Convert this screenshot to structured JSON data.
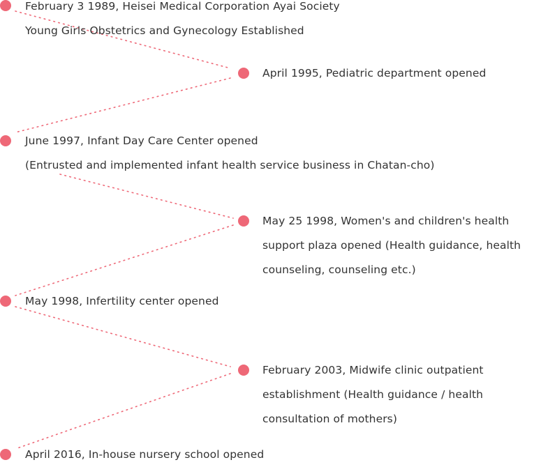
{
  "colors": {
    "accent": "#ee6877"
  },
  "timeline": {
    "e1": {
      "lines": [
        "February 3 1989, Heisei Medical Corporation Ayai Society",
        "Young Girls Obstetrics and Gynecology Established"
      ]
    },
    "e2": {
      "lines": [
        "April 1995, Pediatric department opened"
      ]
    },
    "e3": {
      "lines": [
        "June 1997, Infant Day Care Center opened",
        "(Entrusted and implemented infant health service business in Chatan-cho)"
      ]
    },
    "e4": {
      "lines": [
        "May 25 1998, Women's and children's health",
        "support plaza opened (Health guidance, health",
        "counseling, counseling etc.)"
      ]
    },
    "e5": {
      "lines": [
        "May 1998, Infertility center opened"
      ]
    },
    "e6": {
      "lines": [
        "February 2003, Midwife clinic outpatient",
        "establishment (Health guidance / health",
        "consultation of mothers)"
      ]
    },
    "e7": {
      "lines": [
        "April 2016, In-house nursery school opened"
      ]
    }
  }
}
